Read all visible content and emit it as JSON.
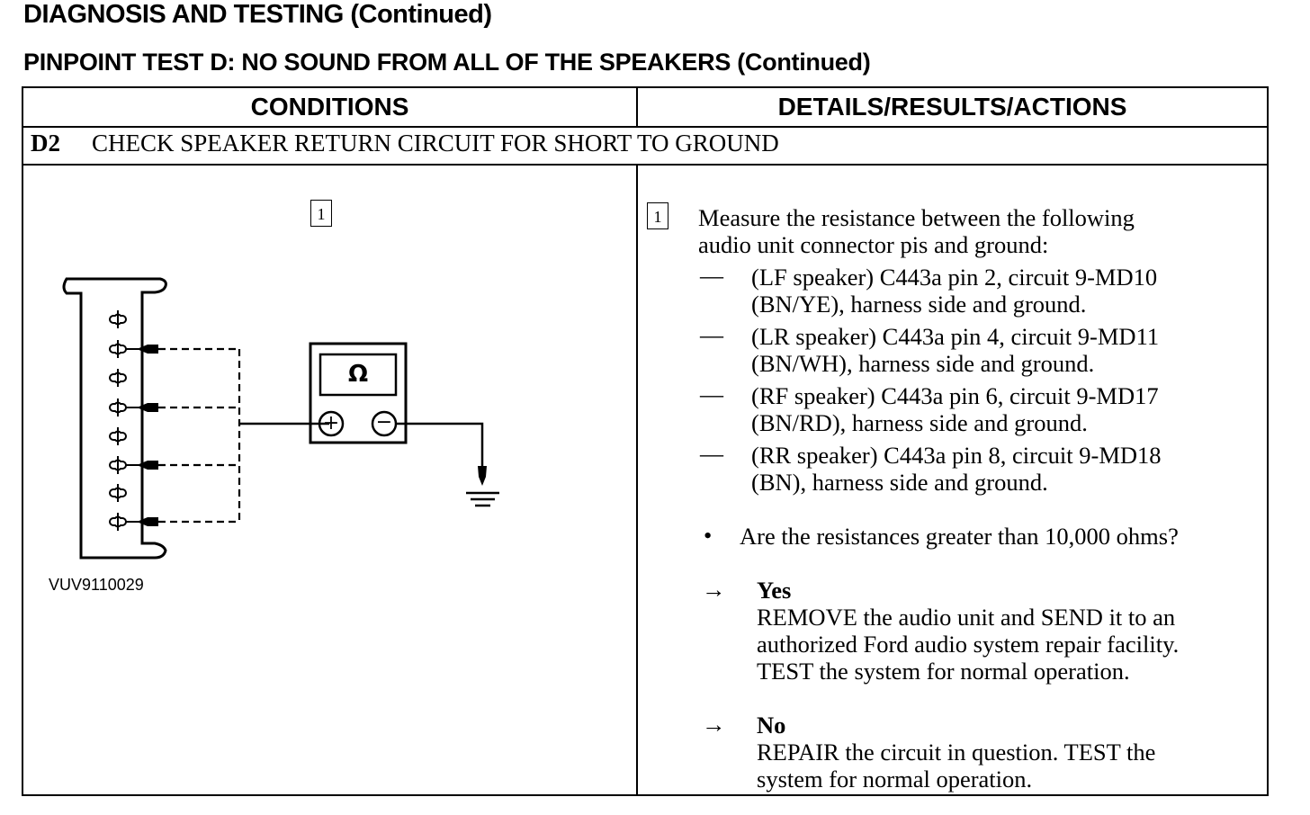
{
  "header": {
    "title": "DIAGNOSIS AND TESTING (Continued)",
    "subtitle": "PINPOINT TEST D: NO SOUND FROM ALL OF THE SPEAKERS (Continued)"
  },
  "table": {
    "col_conditions": "CONDITIONS",
    "col_details": "DETAILS/RESULTS/ACTIONS",
    "step_id": "D2",
    "step_title": "CHECK SPEAKER RETURN CIRCUIT FOR SHORT TO GROUND"
  },
  "figure": {
    "callout": "1",
    "meter_symbol": "Ω",
    "plus_symbol": "+",
    "minus_symbol": "−",
    "figure_id": "VUV9110029"
  },
  "details": {
    "callout": "1",
    "instruction_line1": "Measure the resistance between the following",
    "instruction_line2": "audio unit connector pis and ground:",
    "dash": "—",
    "items": [
      {
        "line1": "(LF speaker) C443a pin 2, circuit 9-MD10",
        "line2": "(BN/YE), harness side and ground."
      },
      {
        "line1": "(LR speaker) C443a pin 4, circuit 9-MD11",
        "line2": "(BN/WH), harness side and ground."
      },
      {
        "line1": "(RF speaker) C443a pin 6, circuit 9-MD17",
        "line2": "(BN/RD), harness side and ground."
      },
      {
        "line1": "(RR speaker) C443a pin 8, circuit 9-MD18",
        "line2": "(BN), harness side and ground."
      }
    ],
    "bullet": "•",
    "question": "Are the resistances greater than 10,000 ohms?",
    "arrow": "→",
    "yes_label": "Yes",
    "yes_line1": "REMOVE the audio unit and SEND it to an",
    "yes_line2": "authorized Ford audio system repair facility.",
    "yes_line3": "TEST the system for normal operation.",
    "no_label": "No",
    "no_line1": "REPAIR the circuit in question. TEST the",
    "no_line2": "system for normal operation."
  }
}
